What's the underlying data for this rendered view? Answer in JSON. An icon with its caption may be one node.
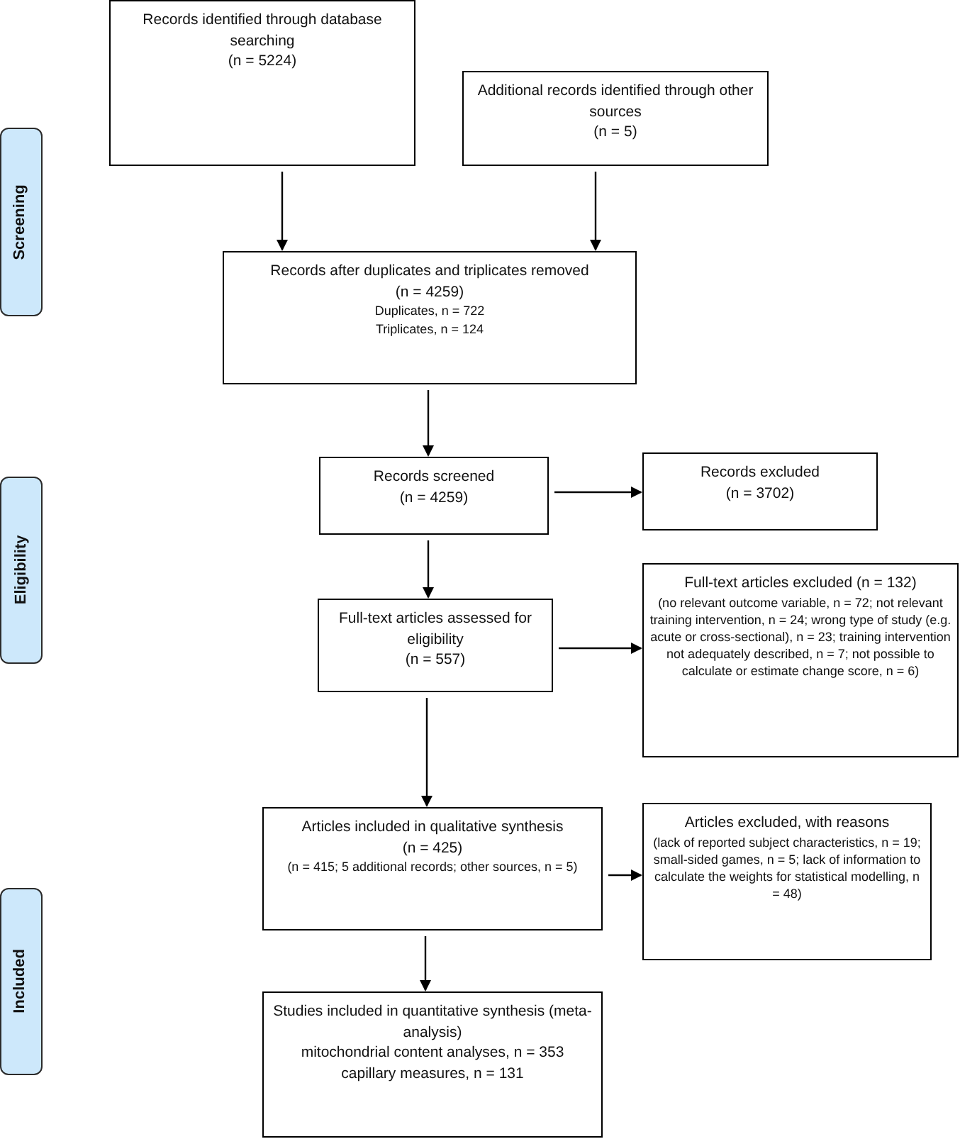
{
  "diagram": {
    "nodes": [
      {
        "text": [
          "Records identified through database searching",
          "(n = 5224)"
        ]
      },
      {
        "text": [
          "Additional records identified through other sources",
          "(n = 5)"
        ]
      },
      {
        "text": [
          "Screening"
        ]
      },
      {
        "text": [
          "Records after duplicates and triplicates removed",
          "(n = 4259)",
          "Duplicates, n = 722",
          "Triplicates, n = 124"
        ]
      },
      {
        "text": [
          "Records screened",
          "(n = 4259)"
        ]
      },
      {
        "text": [
          "Records excluded",
          "(n = 3702)"
        ]
      },
      {
        "text": [
          "Eligibility"
        ]
      },
      {
        "text": [
          "Full-text articles assessed for eligibility",
          "(n = 557)"
        ]
      },
      {
        "text": [
          "Full-text articles excluded (n = 132)",
          "(no relevant outcome variable, n = 72; not relevant training intervention, n = 24; wrong type of study (e.g. acute or cross-sectional), n = 23; training intervention not adequately described, n = 7; not possible to calculate or estimate change score, n = 6)"
        ]
      },
      {
        "text": [
          "Included"
        ]
      },
      {
        "text": [
          "Articles included in qualitative synthesis",
          "(n = 425)",
          "(n = 415; 5 additional records; other sources, n = 5)"
        ]
      },
      {
        "text": [
          "Articles excluded, with reasons",
          "(lack of reported subject characteristics, n = 19; small-sided games, n = 5; lack of information to calculate the weights for statistical modelling, n = 48)"
        ]
      },
      {
        "text": [
          "Studies included in quantitative synthesis (meta-analysis)",
          "mitochondrial content analyses, n = 353",
          "capillary measures, n = 131"
        ]
      }
    ],
    "edges": [
      {
        "from": 0,
        "to": 3,
        "arrow": "to"
      },
      {
        "from": 1,
        "to": 3,
        "arrow": "to"
      },
      {
        "from": 3,
        "to": 4,
        "arrow": "to"
      },
      {
        "from": 4,
        "to": 5,
        "arrow": "to"
      },
      {
        "from": 4,
        "to": 7,
        "arrow": "to"
      },
      {
        "from": 7,
        "to": 8,
        "arrow": "to"
      },
      {
        "from": 7,
        "to": 10,
        "arrow": "to"
      },
      {
        "from": 10,
        "to": 11,
        "arrow": "to"
      },
      {
        "from": 10,
        "to": 12,
        "arrow": "to"
      }
    ]
  }
}
